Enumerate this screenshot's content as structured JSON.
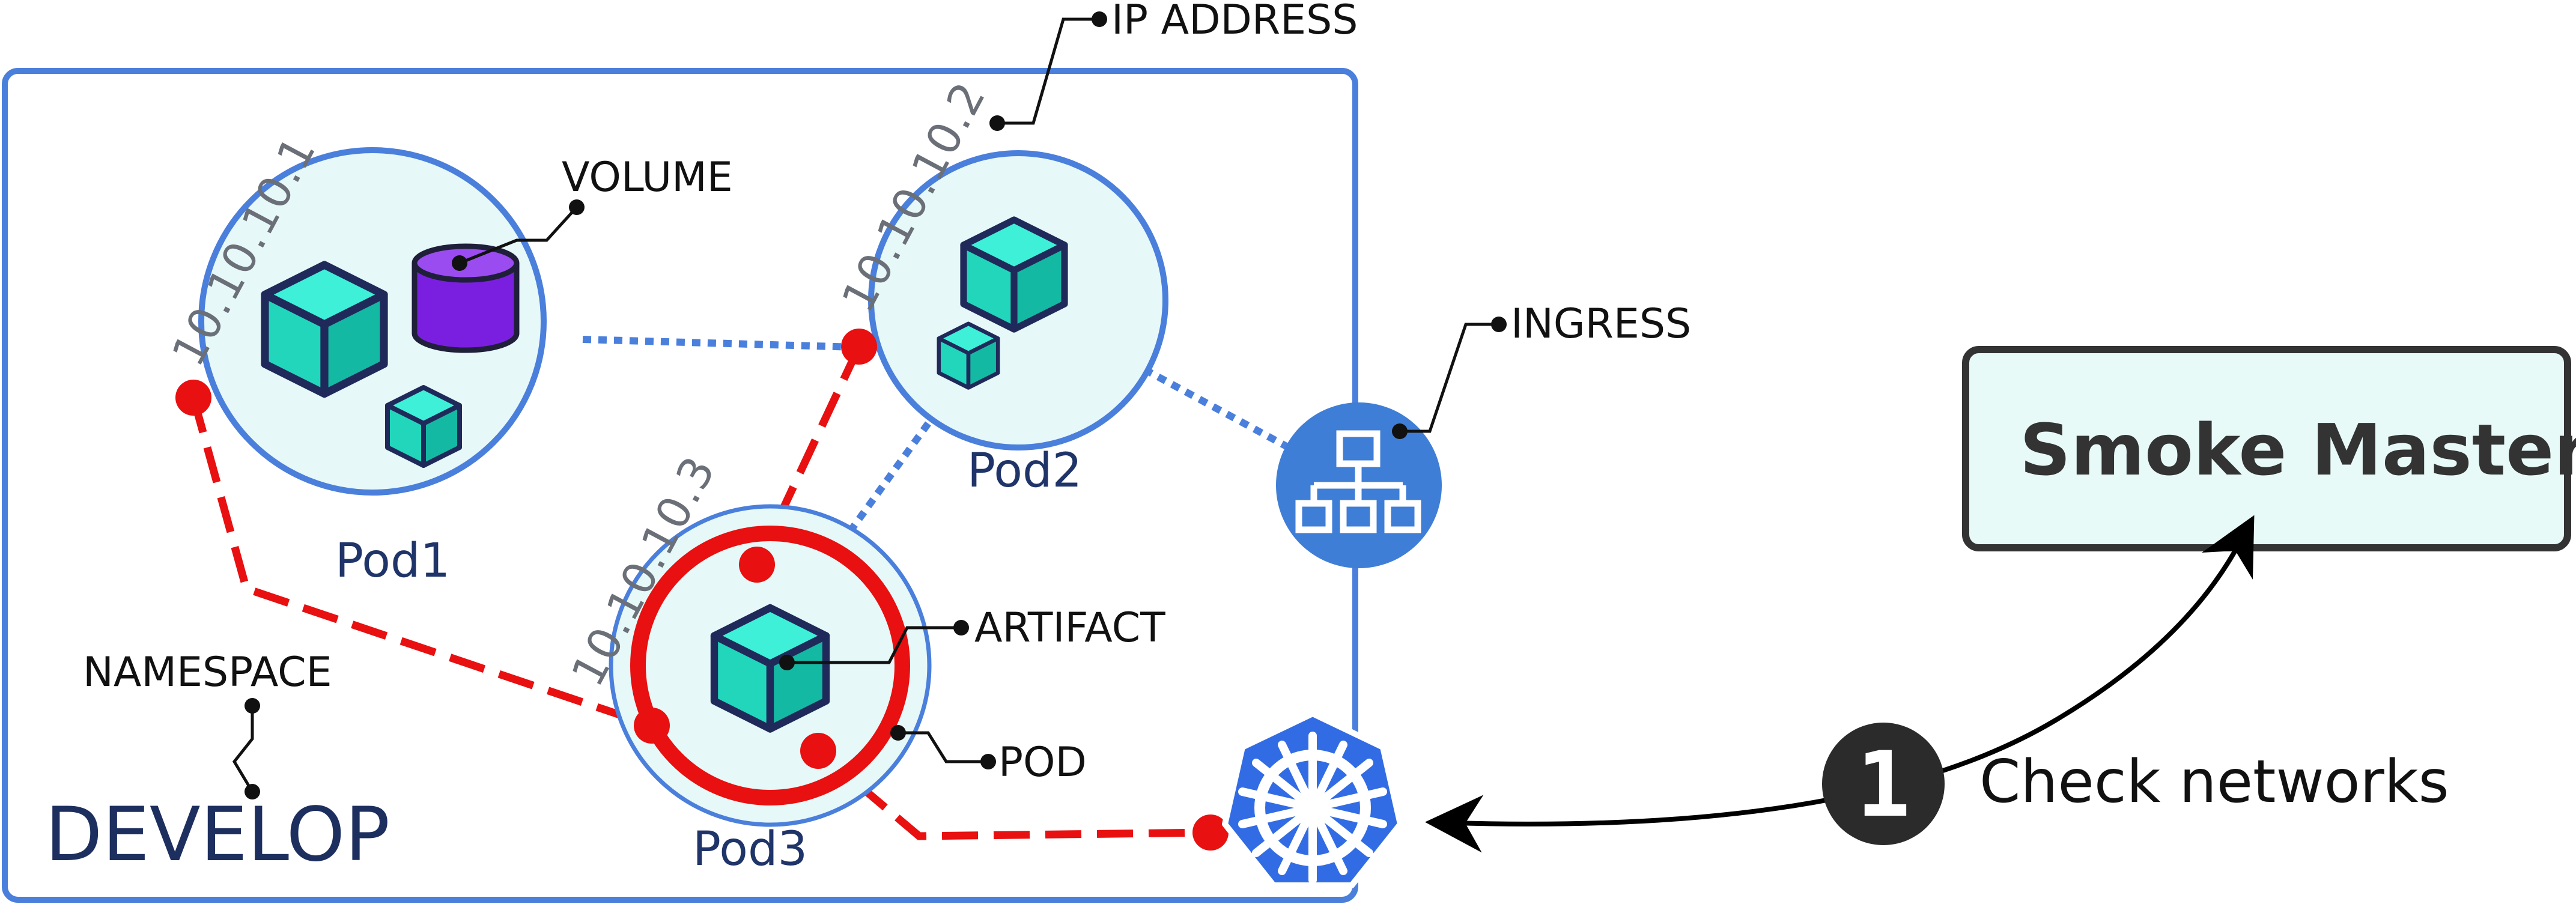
{
  "namespace": {
    "caption": "NAMESPACE",
    "name": "DEVELOP"
  },
  "pods": [
    {
      "name": "Pod1",
      "ip": "10.10.10.1"
    },
    {
      "name": "Pod2",
      "ip": "10.10.10.2"
    },
    {
      "name": "Pod3",
      "ip": "10.10.10.3"
    }
  ],
  "callouts": {
    "ip_address": "IP ADDRESS",
    "volume": "VOLUME",
    "ingress": "INGRESS",
    "artifact": "ARTIFACT",
    "pod": "POD"
  },
  "master": {
    "label": "Smoke Master"
  },
  "step": {
    "number": "1",
    "label": "Check networks"
  },
  "colors": {
    "namespace_border": "#4a7fdc",
    "pod_fill": "#e6f8f8",
    "pod_border": "#4a7fdc",
    "cube": "#2ee8cc",
    "volume": "#7a1fe0",
    "failure_red": "#e81010",
    "ok_link": "#4a7fdc",
    "ingress_fill": "#3f7ed6",
    "kubernetes_fill": "#326ce5",
    "master_fill": "#e8faf8",
    "master_border": "#333333",
    "step_badge": "#2b2b2b"
  },
  "icons": {
    "ingress": "network-hierarchy-icon",
    "kubernetes": "kubernetes-helm-icon",
    "artifact": "cube-icon",
    "volume": "cylinder-icon"
  }
}
